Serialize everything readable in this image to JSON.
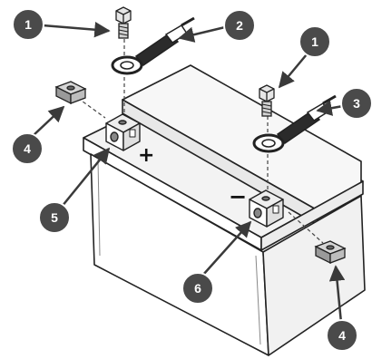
{
  "colors": {
    "line": "#222222",
    "badge": "#4a4a4a",
    "badge_text": "#ffffff",
    "battery_fill": "#ffffff",
    "top_shade": "#f3f3f3",
    "hardware_fill": "#e6e6e6",
    "nut_fill": "#bdbdbd",
    "cable_fill": "#2b2b2b"
  },
  "terminal_signs": {
    "positive": "+",
    "negative": "−"
  },
  "callouts": [
    {
      "id": "bolt-left",
      "number": "1",
      "icon": "bolt-icon"
    },
    {
      "id": "positive-cable",
      "number": "2",
      "icon": "ring-terminal-cable-icon"
    },
    {
      "id": "bolt-right",
      "number": "1",
      "icon": "bolt-icon"
    },
    {
      "id": "negative-cable",
      "number": "3",
      "icon": "ring-terminal-cable-icon"
    },
    {
      "id": "nut-left",
      "number": "4",
      "icon": "square-nut-icon"
    },
    {
      "id": "positive-terminal",
      "number": "5",
      "icon": "terminal-block-icon"
    },
    {
      "id": "negative-terminal",
      "number": "6",
      "icon": "terminal-block-icon"
    },
    {
      "id": "nut-right",
      "number": "4",
      "icon": "square-nut-icon"
    }
  ]
}
